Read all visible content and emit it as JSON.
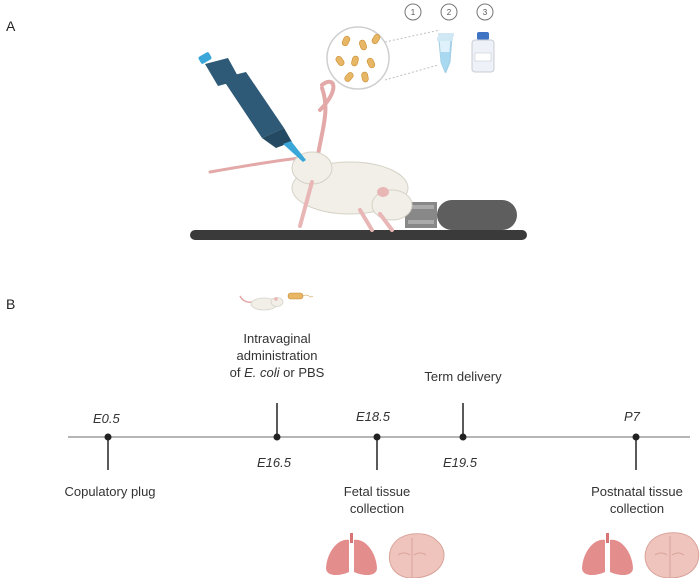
{
  "panels": {
    "a": "A",
    "b": "B"
  },
  "steps": [
    "1",
    "2",
    "3"
  ],
  "timeline": {
    "dates": {
      "e05": "E0.5",
      "e165": "E16.5",
      "e185": "E18.5",
      "e195": "E19.5",
      "p7": "P7"
    },
    "events": {
      "plug": "Copulatory plug",
      "admin_line1": "Intravaginal",
      "admin_line2": "administration",
      "admin_of": "of ",
      "admin_ecoli": "E. coli",
      "admin_rest": " or PBS",
      "term": "Term delivery",
      "fetal_line1": "Fetal tissue",
      "fetal_line2": "collection",
      "postnatal_line1": "Postnatal tissue",
      "postnatal_line2": "collection"
    }
  },
  "colors": {
    "pipette": "#2f5a77",
    "pipette_tip": "#3aa7d8",
    "mouse": "#f1efe8",
    "tail": "#e3a8a8",
    "platform": "#3a3a3a",
    "restrainer": "#666666",
    "timeline": "#b5b5b5",
    "lung": "#e48d8d",
    "brain": "#efc4bd"
  }
}
